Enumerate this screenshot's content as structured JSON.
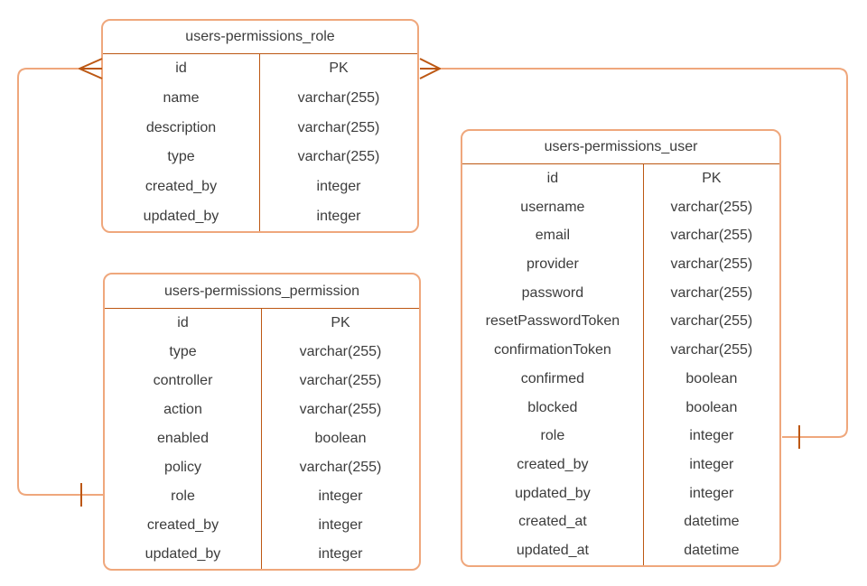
{
  "diagram": {
    "type": "entity-relationship",
    "colors": {
      "line": "#efa77c",
      "border": "#efa77c",
      "marker": "#bc5712",
      "divider": "#bc5712",
      "text": "#3c3c3c"
    },
    "tables": [
      {
        "name": "users-permissions_role",
        "fields": [
          {
            "name": "id",
            "type": "PK"
          },
          {
            "name": "name",
            "type": "varchar(255)"
          },
          {
            "name": "description",
            "type": "varchar(255)"
          },
          {
            "name": "type",
            "type": "varchar(255)"
          },
          {
            "name": "created_by",
            "type": "integer"
          },
          {
            "name": "updated_by",
            "type": "integer"
          }
        ]
      },
      {
        "name": "users-permissions_permission",
        "fields": [
          {
            "name": "id",
            "type": "PK"
          },
          {
            "name": "type",
            "type": "varchar(255)"
          },
          {
            "name": "controller",
            "type": "varchar(255)"
          },
          {
            "name": "action",
            "type": "varchar(255)"
          },
          {
            "name": "enabled",
            "type": "boolean"
          },
          {
            "name": "policy",
            "type": "varchar(255)"
          },
          {
            "name": "role",
            "type": "integer"
          },
          {
            "name": "created_by",
            "type": "integer"
          },
          {
            "name": "updated_by",
            "type": "integer"
          }
        ]
      },
      {
        "name": "users-permissions_user",
        "fields": [
          {
            "name": "id",
            "type": "PK"
          },
          {
            "name": "username",
            "type": "varchar(255)"
          },
          {
            "name": "email",
            "type": "varchar(255)"
          },
          {
            "name": "provider",
            "type": "varchar(255)"
          },
          {
            "name": "password",
            "type": "varchar(255)"
          },
          {
            "name": "resetPasswordToken",
            "type": "varchar(255)"
          },
          {
            "name": "confirmationToken",
            "type": "varchar(255)"
          },
          {
            "name": "confirmed",
            "type": "boolean"
          },
          {
            "name": "blocked",
            "type": "boolean"
          },
          {
            "name": "role",
            "type": "integer"
          },
          {
            "name": "created_by",
            "type": "integer"
          },
          {
            "name": "updated_by",
            "type": "integer"
          },
          {
            "name": "created_at",
            "type": "datetime"
          },
          {
            "name": "updated_at",
            "type": "datetime"
          }
        ]
      }
    ],
    "relationships": [
      {
        "from": "users-permissions_role.id",
        "to": "users-permissions_permission.role",
        "from_cardinality": "many",
        "to_cardinality": "one"
      },
      {
        "from": "users-permissions_role.id",
        "to": "users-permissions_user.role",
        "from_cardinality": "many",
        "to_cardinality": "one"
      }
    ]
  }
}
